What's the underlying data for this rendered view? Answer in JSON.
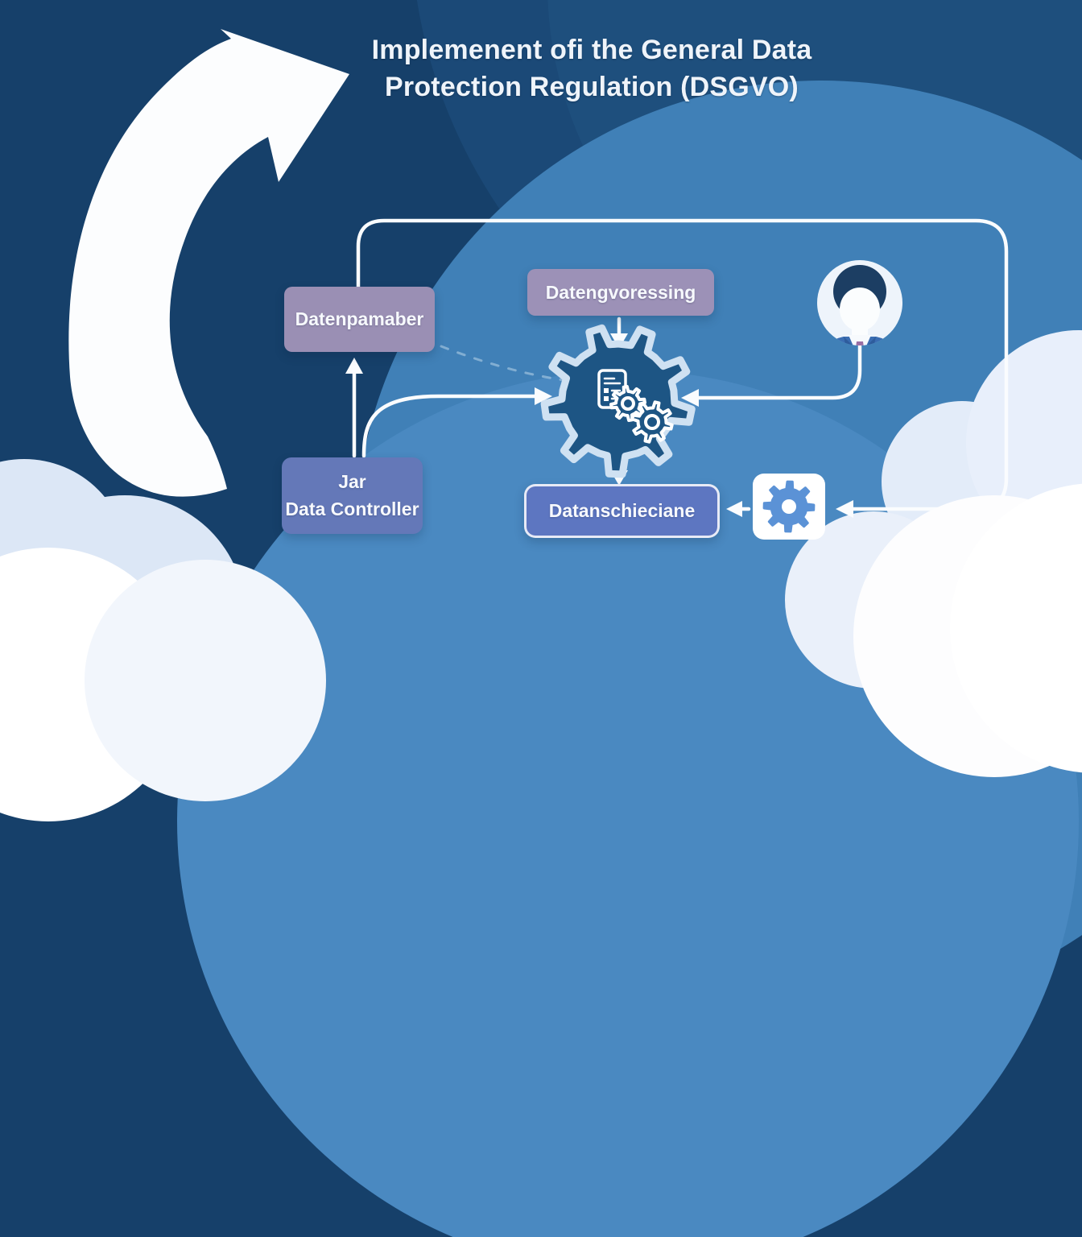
{
  "title": {
    "line1": "Implemenent ofi the General Data",
    "line2": "Protection Regulation (DSGVO)"
  },
  "nodes": {
    "datenpamaber": {
      "label": "Datenpamaber",
      "color": "#9a8fb4"
    },
    "datengvoressing": {
      "label": "Datengvoressing",
      "color": "#9c91b7"
    },
    "jar_data_controller": {
      "line1": "Jar",
      "line2": "Data Controller",
      "color": "#6478b8"
    },
    "datanschieciane": {
      "label": "Datanschieciane",
      "color": "#5d76c1"
    }
  },
  "icons": {
    "growth_arrow": "large-curved-up-arrow",
    "processing_gear": "gear-with-document-and-cogs",
    "person_avatar": "businessman-avatar",
    "settings_gear": "gear-in-white-square",
    "clouds": "cloud-decorations"
  },
  "colors": {
    "background_dark": "#16406a",
    "background_light": "#4080b7",
    "connector_line": "#fafcfe",
    "gear_fill": "#1d5584",
    "gear_outline": "#cfe1f2",
    "settings_gear_fill": "#5b92d6",
    "avatar_suit": "#3a6db2",
    "avatar_tie": "#9a6fa4"
  }
}
